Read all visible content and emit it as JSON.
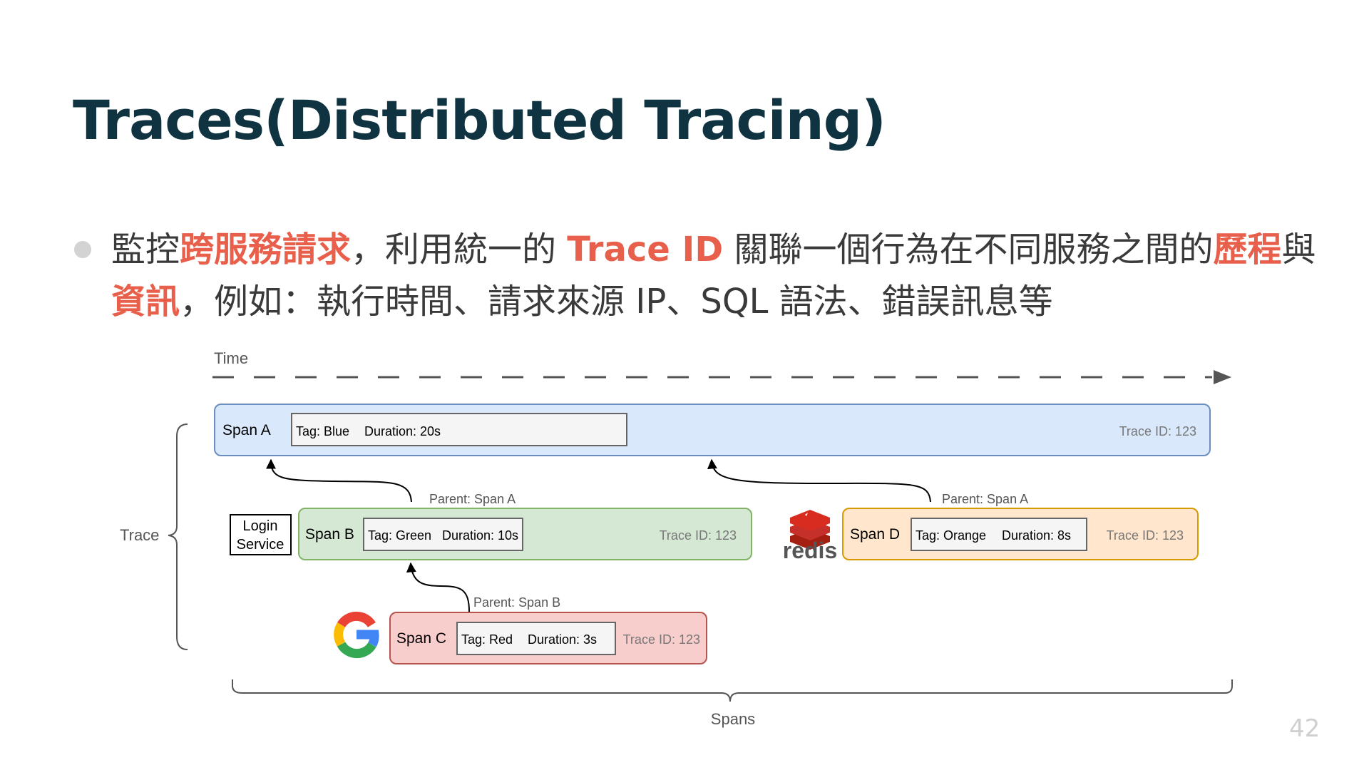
{
  "slide": {
    "title": "Traces(Distributed Tracing)",
    "page_number": "42"
  },
  "bullet": {
    "segments": [
      {
        "text": "監控",
        "highlight": false
      },
      {
        "text": "跨服務請求",
        "highlight": true
      },
      {
        "text": "，利用統一的 ",
        "highlight": false
      },
      {
        "text": "Trace ID",
        "highlight": true
      },
      {
        "text": " 關聯一個行為在不同服務之間的",
        "highlight": false
      },
      {
        "text": "歷程",
        "highlight": true
      },
      {
        "text": "與",
        "highlight": false
      },
      {
        "text": "資訊",
        "highlight": true
      },
      {
        "text": "，例如：執行時間、請求來源 IP、SQL 語法、錯誤訊息等",
        "highlight": false
      }
    ]
  },
  "diagram": {
    "time_label": "Time",
    "trace_label": "Trace",
    "spans_label": "Spans",
    "login_service_label": [
      "Login",
      "Service"
    ],
    "redis_label": "redis",
    "spans": {
      "a": {
        "name": "Span A",
        "tag": "Tag: Blue",
        "duration": "Duration: 20s",
        "trace_id": "Trace ID: 123"
      },
      "b": {
        "name": "Span B",
        "tag": "Tag: Green",
        "duration": "Duration: 10s",
        "trace_id": "Trace ID: 123",
        "parent": "Parent: Span A"
      },
      "c": {
        "name": "Span C",
        "tag": "Tag: Red",
        "duration": "Duration: 3s",
        "trace_id": "Trace ID: 123",
        "parent": "Parent: Span B"
      },
      "d": {
        "name": "Span D",
        "tag": "Tag: Orange",
        "duration": "Duration: 8s",
        "trace_id": "Trace ID: 123",
        "parent": "Parent: Span A"
      }
    },
    "colors": {
      "span_a_fill": "#dae8fc",
      "span_a_stroke": "#6c8ebf",
      "span_b_fill": "#d5e8d4",
      "span_b_stroke": "#82b366",
      "span_c_fill": "#f8cecc",
      "span_c_stroke": "#b85450",
      "span_d_fill": "#ffe6cc",
      "span_d_stroke": "#d79b00",
      "highlight": "#e8604c",
      "title": "#0f3340"
    }
  }
}
